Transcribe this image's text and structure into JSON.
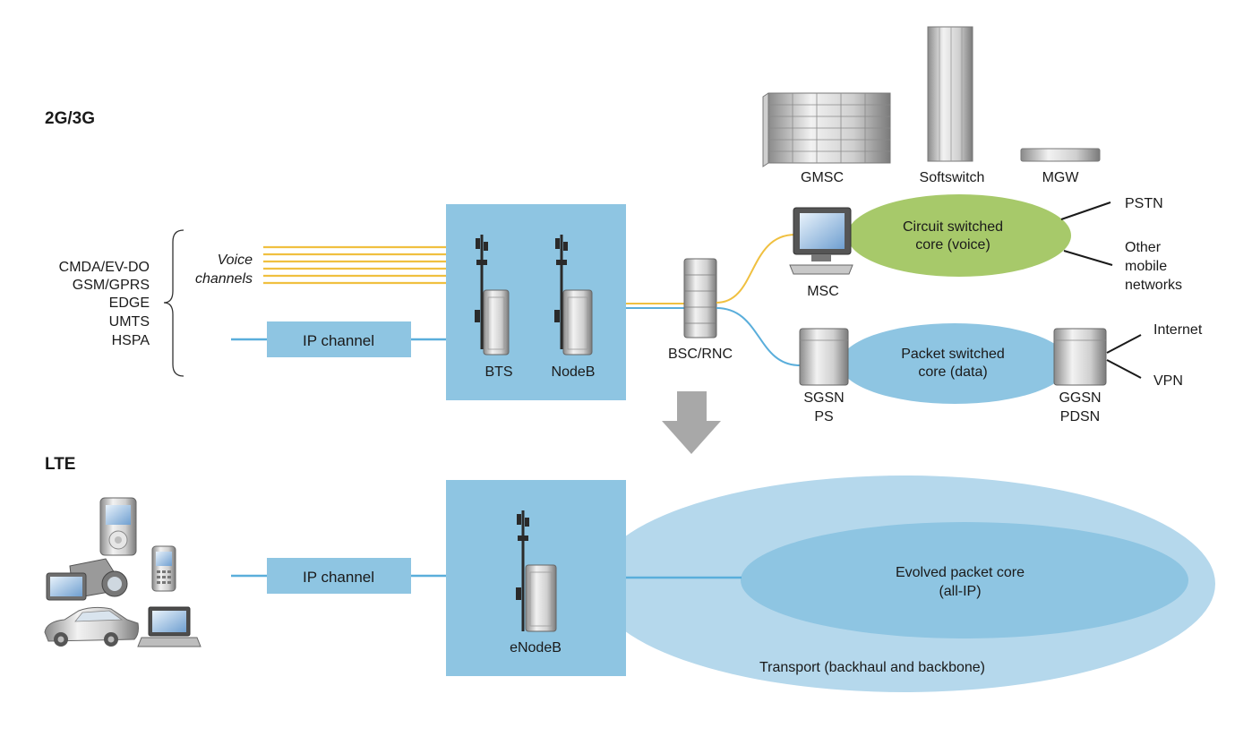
{
  "sections": {
    "top": "2G/3G",
    "bottom": "LTE"
  },
  "technologies": [
    "CMDA/EV-DO",
    "GSM/GPRS",
    "EDGE",
    "UMTS",
    "HSPA"
  ],
  "voice_channels": [
    "Voice",
    "channels"
  ],
  "ip_channel_top": "IP channel",
  "ip_channel_bottom": "IP channel",
  "bts": "BTS",
  "nodeb": "NodeB",
  "bsc_rnc": "BSC/RNC",
  "gmsc": "GMSC",
  "softswitch": "Softswitch",
  "mgw": "MGW",
  "msc": "MSC",
  "circuit_core": [
    "Circuit switched",
    "core (voice)"
  ],
  "packet_core": [
    "Packet switched",
    "core (data)"
  ],
  "sgsn": [
    "SGSN",
    "PS"
  ],
  "ggsn": [
    "GGSN",
    "PDSN"
  ],
  "pstn": "PSTN",
  "other_mobile": [
    "Other",
    "mobile",
    "networks"
  ],
  "internet": "Internet",
  "vpn": "VPN",
  "enodeb": "eNodeB",
  "evolved_core": [
    "Evolved packet core",
    "(all-IP)"
  ],
  "transport": "Transport (backhaul and backbone)",
  "colors": {
    "box_blue": "#8ec5e2",
    "line_blue": "#5aaedb",
    "voice_yellow": "#f0c040",
    "green_core": "#a7c96a",
    "packet_core": "#8ec5e2",
    "transport_outer": "#b5d8ec",
    "arrow_gray": "#a8a8a8"
  }
}
